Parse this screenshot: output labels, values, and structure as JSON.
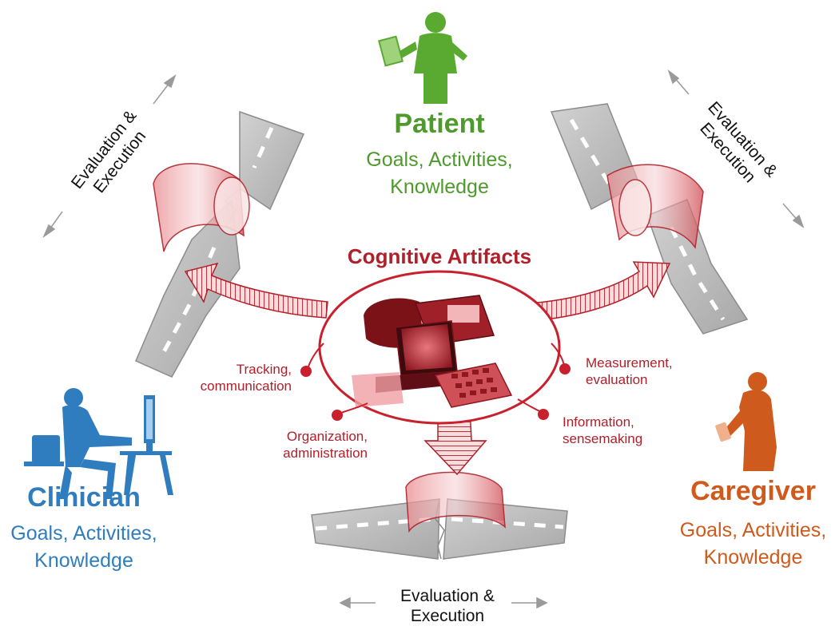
{
  "center": {
    "title": "Cognitive Artifacts"
  },
  "roles": {
    "patient": {
      "title": "Patient",
      "line1": "Goals, Activities,",
      "line2": "Knowledge",
      "color": "#4e9a2c"
    },
    "clinician": {
      "title": "Clinician",
      "line1": "Goals, Activities,",
      "line2": "Knowledge",
      "color": "#2f7dbf"
    },
    "caregiver": {
      "title": "Caregiver",
      "line1": "Goals, Activities,",
      "line2": "Knowledge",
      "color": "#cf5a1e"
    }
  },
  "functions": {
    "tracking": {
      "line1": "Tracking,",
      "line2": "communication"
    },
    "organization": {
      "line1": "Organization,",
      "line2": "administration"
    },
    "measurement": {
      "line1": "Measurement,",
      "line2": "evaluation"
    },
    "information": {
      "line1": "Information,",
      "line2": "sensemaking"
    }
  },
  "evaluation": {
    "left": {
      "line1": "Evaluation &",
      "line2": "Execution"
    },
    "right": {
      "line1": "Evaluation &",
      "line2": "Execution"
    },
    "bottom": {
      "line1": "Evaluation &",
      "line2": "Execution"
    }
  },
  "colors": {
    "accent": "#b0202a",
    "road": "#b9b9b9",
    "road_edge": "#8c8c8c",
    "arrow_fill": "#f3c9c9"
  },
  "icons": {
    "patient": "standing-person-with-tablet-icon",
    "clinician": "seated-person-at-computer-icon",
    "caregiver": "person-with-phone-icon",
    "devices": "medical-devices-icon"
  }
}
